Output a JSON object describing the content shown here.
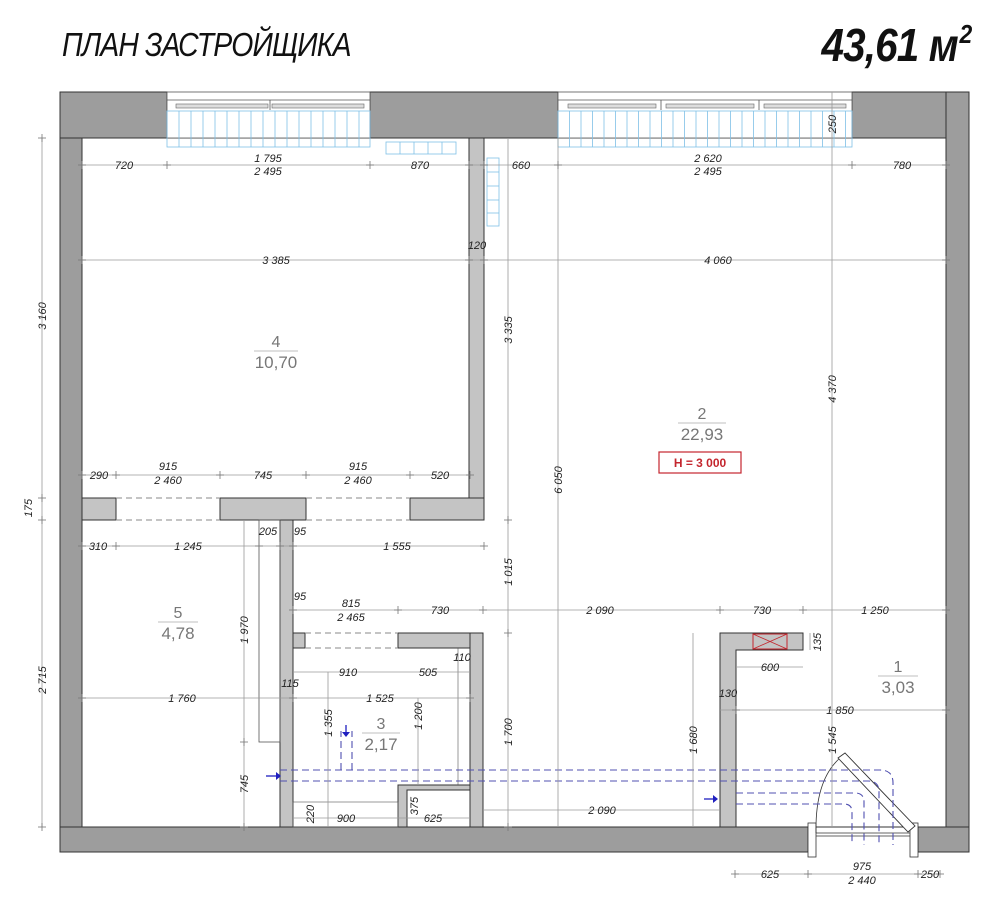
{
  "header": {
    "title": "ПЛАН ЗАСТРОЙЩИКА",
    "total_area": "43,61 м",
    "total_area_sup": "2"
  },
  "rooms": [
    {
      "number": "1",
      "area": "3,03"
    },
    {
      "number": "2",
      "area": "22,93"
    },
    {
      "number": "3",
      "area": "2,17"
    },
    {
      "number": "4",
      "area": "10,70"
    },
    {
      "number": "5",
      "area": "4,78"
    }
  ],
  "ceiling_height": {
    "label": "H = 3 000",
    "color": "#c4262e"
  },
  "colors": {
    "outer_wall": "#9d9d9d",
    "inner_wall": "#c4c4c4",
    "radiator": "#7fc0e6",
    "pipes": "#5050b0",
    "ventilation": "#c4262e"
  },
  "dimensions": {
    "top": {
      "d720": "720",
      "d1795": "1 795",
      "d2495a": "2 495",
      "d870": "870",
      "d660": "660",
      "d2620": "2 620",
      "d2495b": "2 495",
      "d780": "780",
      "d250": "250"
    },
    "row_3385": {
      "d3385": "3 385",
      "d4060": "4 060",
      "d120": "120"
    },
    "row_doors": {
      "d290": "290",
      "d915a": "915",
      "d2460a": "2 460",
      "d745": "745",
      "d915b": "915",
      "d2460b": "2 460",
      "d520": "520"
    },
    "row_corridor": {
      "d310": "310",
      "d1245": "1 245",
      "d205": "205",
      "d95a": "95",
      "d1555": "1 555"
    },
    "row_bath": {
      "d95b": "95",
      "d815": "815",
      "d2465": "2 465",
      "d730a": "730",
      "d2090a": "2 090",
      "d730b": "730",
      "d1250": "1 250"
    },
    "bath": {
      "d110": "110",
      "d910": "910",
      "d505": "505",
      "d115": "115",
      "d1525": "1 525",
      "d1355": "1 355",
      "d1200": "1 200",
      "d220": "220",
      "d900": "900",
      "d375": "375",
      "d625": "625"
    },
    "hall": {
      "d135": "135",
      "d600": "600",
      "d130": "130",
      "d1850": "1 850",
      "d1680": "1 680",
      "d1545": "1 545",
      "d2090b": "2 090"
    },
    "vertical": {
      "d3160": "3 160",
      "d175": "175",
      "d2715": "2 715",
      "d1970": "1 970",
      "d745v": "745",
      "d1760": "1 760",
      "d3335": "3 335",
      "d1015": "1 015",
      "d1700": "1 700",
      "d6050": "6 050",
      "d4370": "4 370"
    },
    "bottom": {
      "d625b": "625",
      "d975": "975",
      "d2440": "2 440",
      "d250b": "250"
    }
  }
}
